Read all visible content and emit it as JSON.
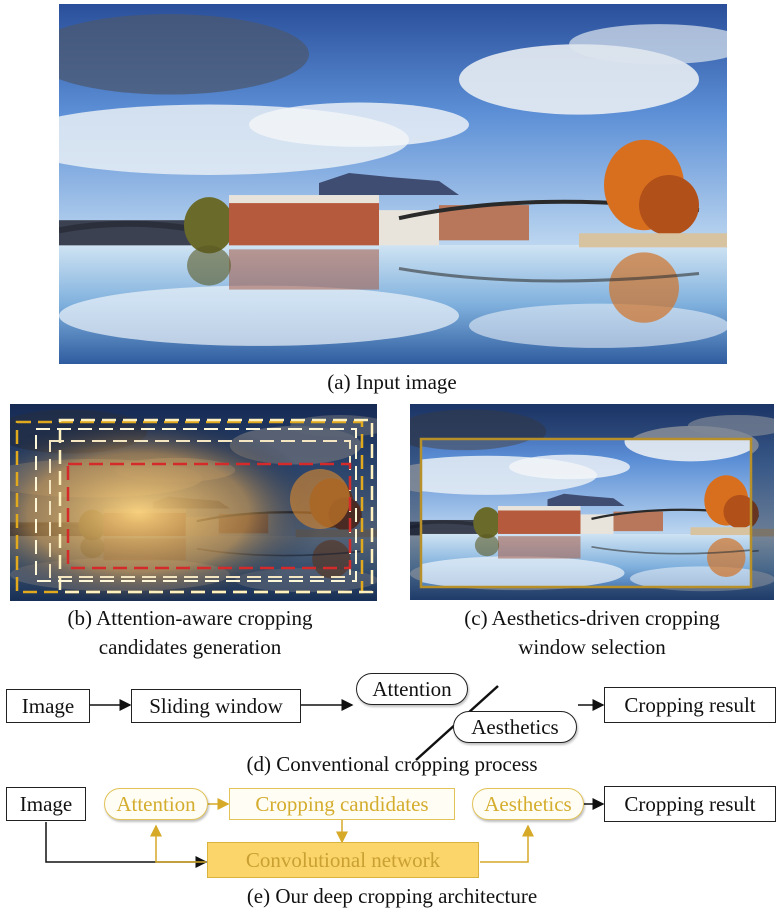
{
  "panel_a": {
    "caption": "(a) Input image"
  },
  "panel_b": {
    "caption_line1": "(b) Attention-aware cropping",
    "caption_line2": "candidates generation"
  },
  "panel_c": {
    "caption_line1": "(c) Aesthetics-driven cropping",
    "caption_line2": "window selection"
  },
  "panel_d": {
    "caption": "(d) Conventional cropping process",
    "nodes": {
      "image": "Image",
      "sliding_window": "Sliding window",
      "attention": "Attention",
      "aesthetics": "Aesthetics",
      "result": "Cropping result"
    }
  },
  "panel_e": {
    "caption": "(e) Our deep cropping architecture",
    "nodes": {
      "image": "Image",
      "attention": "Attention",
      "candidates": "Cropping candidates",
      "aesthetics": "Aesthetics",
      "result": "Cropping result",
      "network": "Convolutional network"
    }
  },
  "colors": {
    "gold": "#fbd56a",
    "gold_text": "#d4ad2e",
    "crop_red": "#d42a2a",
    "crop_orange": "#e0a91e",
    "crop_cream": "#fff2c0"
  }
}
